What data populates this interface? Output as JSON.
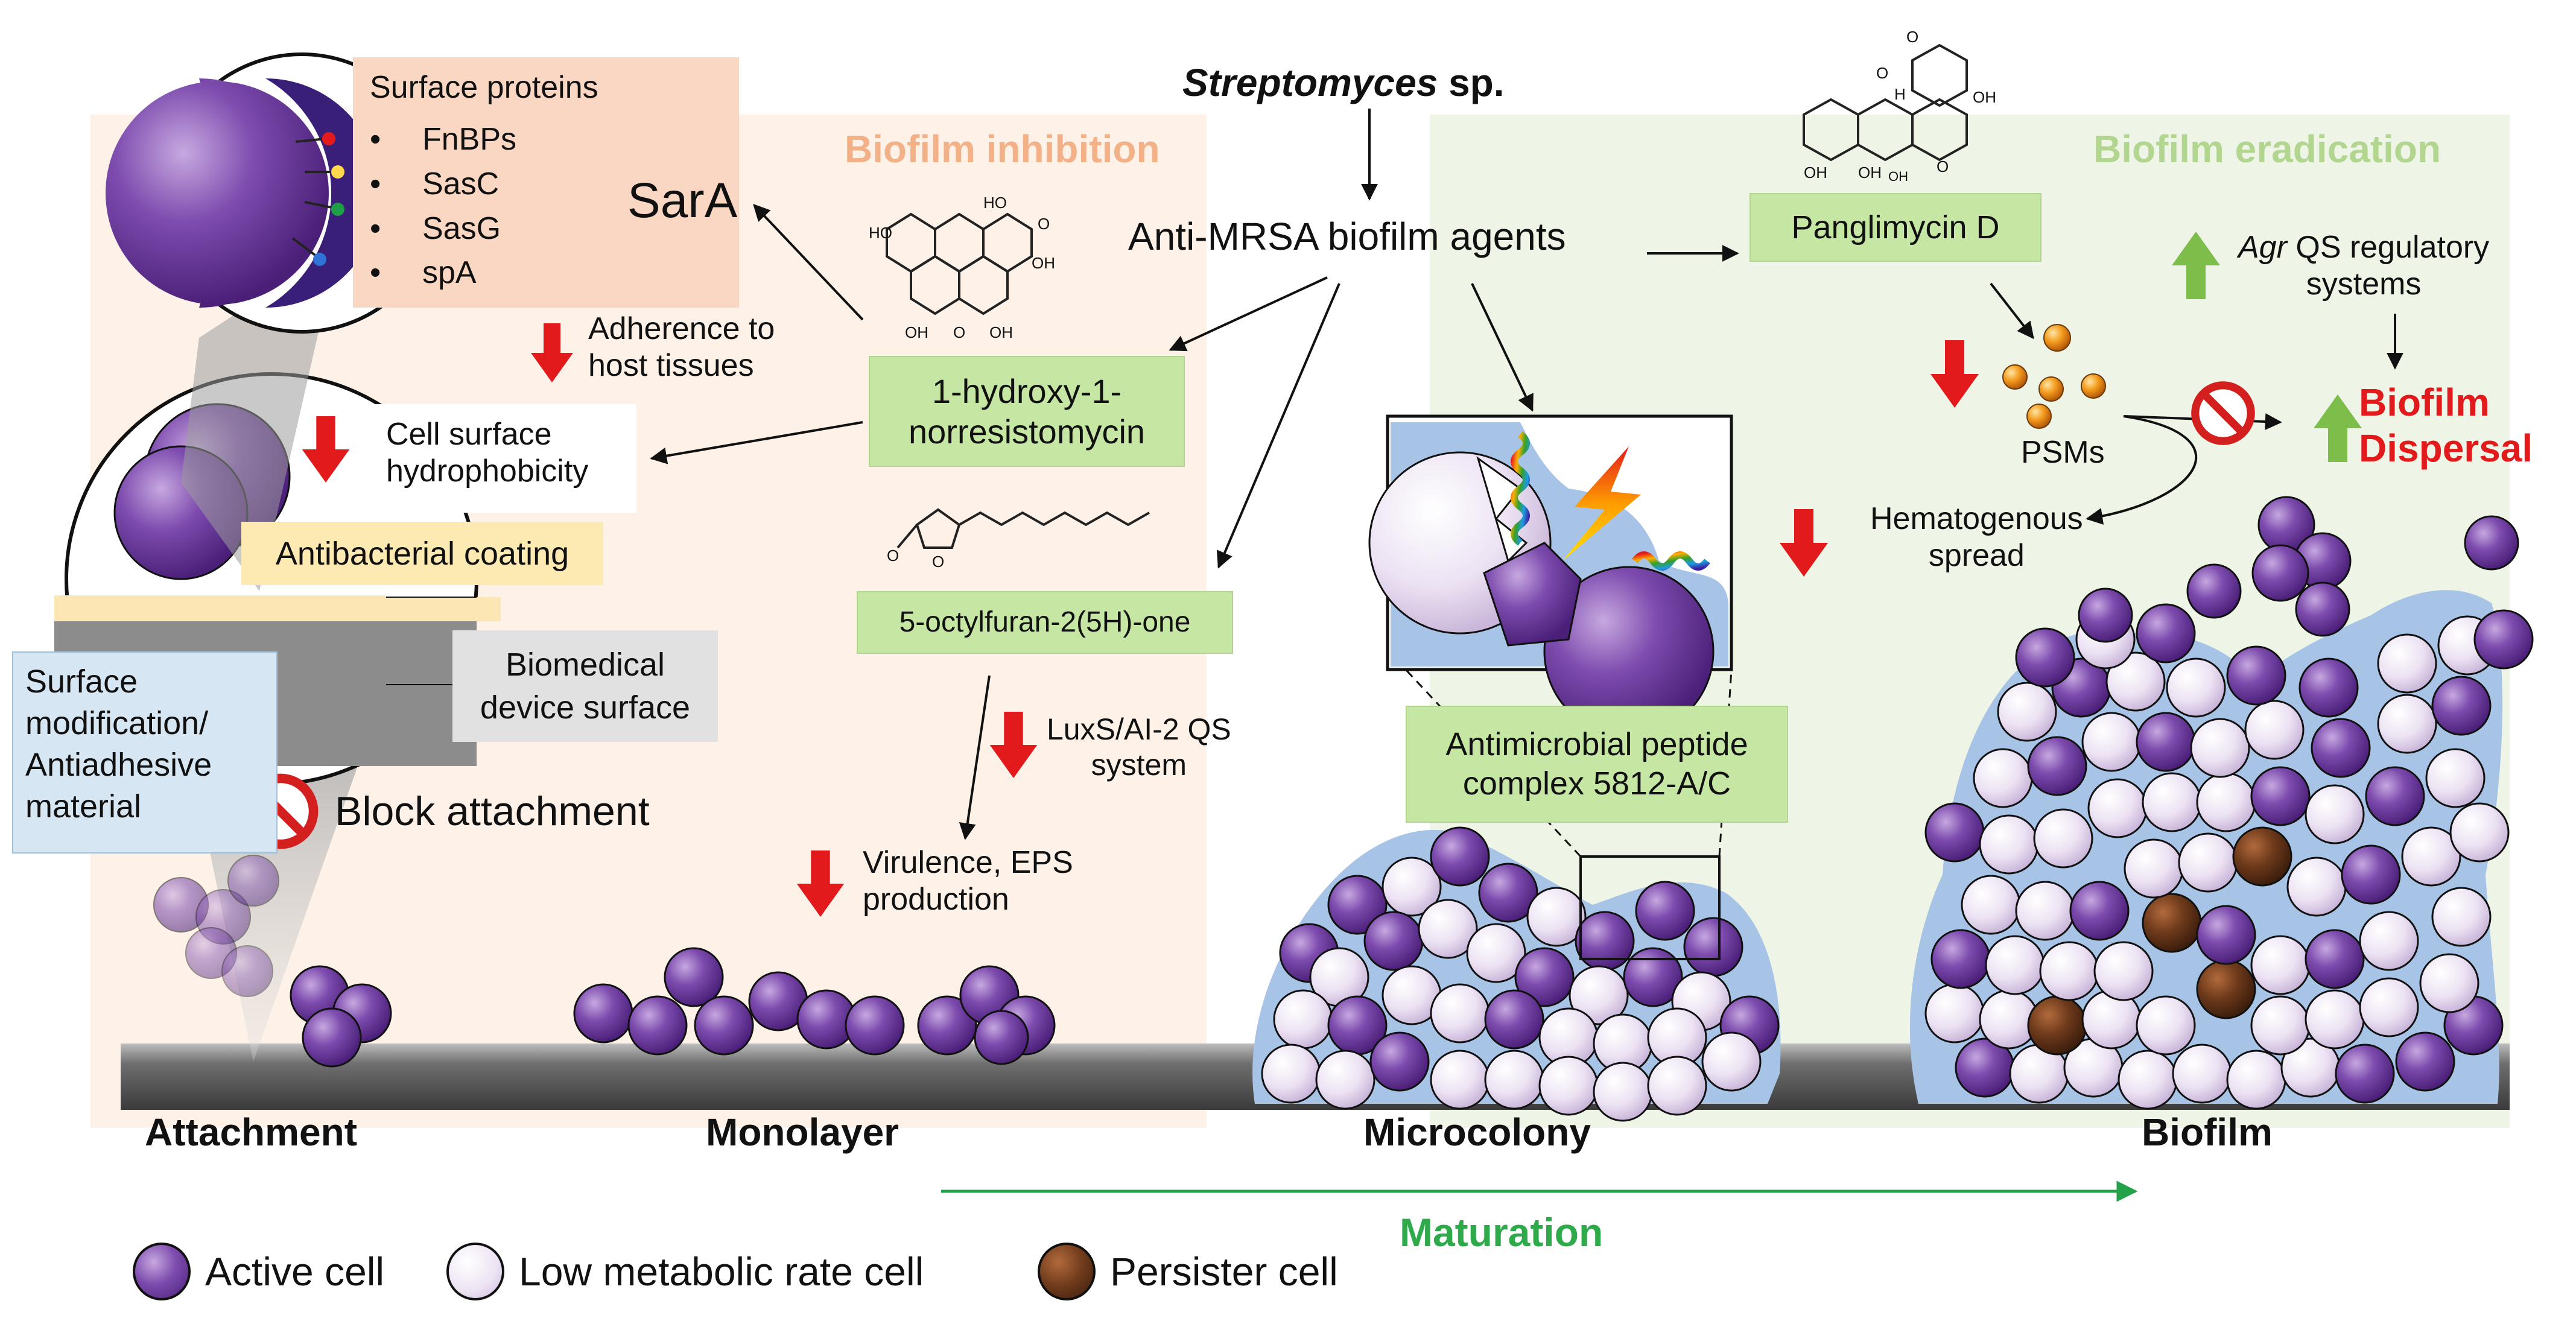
{
  "header": {
    "organism_italic": "Streptomyces",
    "organism_suffix": " sp.",
    "agents": "Anti-MRSA biofilm agents"
  },
  "panels": {
    "inhibition": "Biofilm inhibition",
    "eradication": "Biofilm eradication"
  },
  "surface_proteins": {
    "title": "Surface proteins",
    "items": [
      "FnBPs",
      "SasC",
      "SasG",
      "spA"
    ],
    "regulator": "SarA"
  },
  "inhibition": {
    "adherence": "Adherence to\nhost tissues",
    "hydrophobicity": "Cell surface\nhydrophobicity",
    "coating": "Antibacterial coating",
    "device": "Biomedical\ndevice surface",
    "surface_mod": "Surface\nmodification/\nAntiadhesive\nmaterial",
    "block": "Block attachment",
    "compound1": "1-hydroxy-1-\nnorresistomycin",
    "compound2": "5-octylfuran-2(5H)-one",
    "luxs": "LuxS/AI-2 QS\nsystem",
    "virulence": "Virulence, EPS\nproduction"
  },
  "microcolony": {
    "peptide": "Antimicrobial peptide\ncomplex 5812-A/C"
  },
  "eradication": {
    "compound": "Panglimycin D",
    "agr_italic": "Agr",
    "agr_rest": " QS regulatory\nsystems",
    "psms": "PSMs",
    "hematogenous": "Hematogenous\nspread",
    "dispersal": "Biofilm\nDispersal"
  },
  "stages": [
    "Attachment",
    "Monolayer",
    "Microcolony",
    "Biofilm"
  ],
  "maturation": "Maturation",
  "legend": [
    "Active cell",
    "Low metabolic rate cell",
    "Persister cell"
  ],
  "colors": {
    "active": "#6a3d9a",
    "low": "#e6d8ef",
    "persister": "#6b3a1e",
    "arrow_red": "#e31a1c",
    "arrow_green": "#7dbd4a",
    "green_text": "#2eaa4a",
    "inhib_title": "#f3b187",
    "erad_title": "#b2d690"
  }
}
